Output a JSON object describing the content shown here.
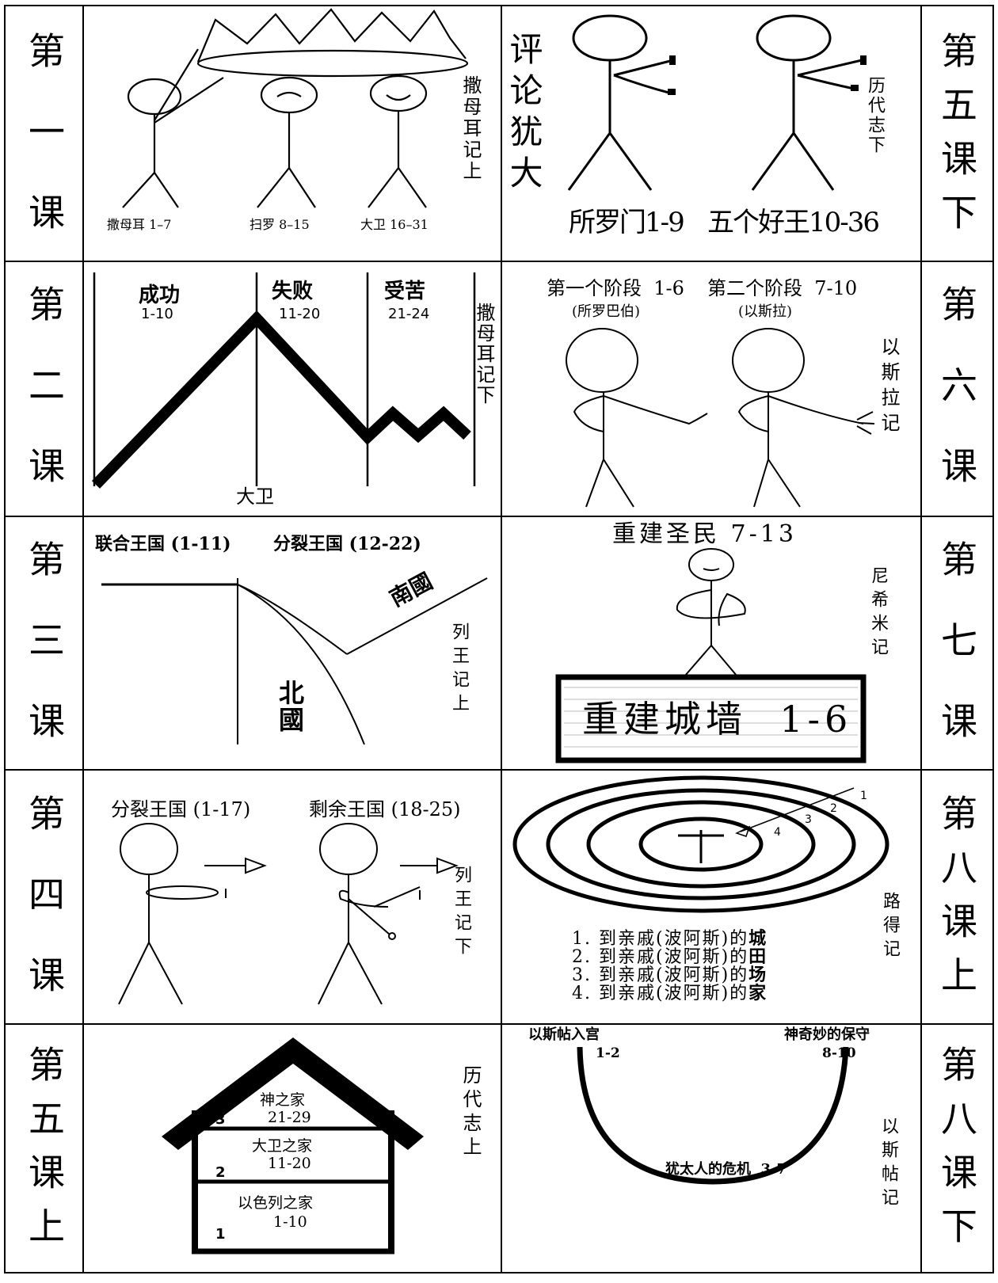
{
  "rows": [
    {
      "left_label": "第一课",
      "right_label": "第五课下"
    },
    {
      "left_label": "第二课",
      "right_label": "第六课"
    },
    {
      "left_label": "第三课",
      "right_label": "第七课"
    },
    {
      "left_label": "第四课",
      "right_label": "第八课上"
    },
    {
      "left_label": "第五课上",
      "right_label": "第八课下"
    }
  ],
  "panels": {
    "samuel1": {
      "book": "撒母耳记上",
      "figures": [
        "撒母耳 1–7",
        "扫罗 8–15",
        "大卫 16–31"
      ]
    },
    "chronicles2": {
      "side": "评论犹大",
      "book": "历代志下",
      "solomon": "所罗门1-9",
      "kings": "五个好王10-36"
    },
    "samuel2": {
      "book": "撒母耳记下",
      "phases": [
        {
          "title": "成功",
          "range": "1-10"
        },
        {
          "title": "失败",
          "range": "11-20"
        },
        {
          "title": "受苦",
          "range": "21-24"
        }
      ],
      "pivot": "大卫"
    },
    "ezra": {
      "book": "以斯拉记",
      "stage1": "第一个阶段  1-6",
      "stage1_leader": "(所罗巴伯)",
      "stage2": "第二个阶段  7-10",
      "stage2_leader": "(以斯拉)"
    },
    "kings1": {
      "book": "列王记上",
      "united": "联合王国 (1-11)",
      "divided": "分裂王国 (12-22)",
      "south": "南國",
      "north": "北國"
    },
    "nehemiah": {
      "book": "尼希米记",
      "top": "重建圣民 7-13",
      "wall": "重建城墙  1-6"
    },
    "kings2": {
      "book": "列王记下",
      "left": "分裂王国 (1-17)",
      "right": "剩余王国 (18-25)"
    },
    "ruth": {
      "book": "路得记",
      "ring_numbers": [
        "1",
        "2",
        "3",
        "4"
      ],
      "lines": [
        {
          "prefix": "1. 到亲戚(波阿斯)的",
          "bold": "城"
        },
        {
          "prefix": "2. 到亲戚(波阿斯)的",
          "bold": "田"
        },
        {
          "prefix": "3. 到亲戚(波阿斯)的",
          "bold": "场"
        },
        {
          "prefix": "4. 到亲戚(波阿斯)的",
          "bold": "家"
        }
      ]
    },
    "chronicles1": {
      "book": "历代志上",
      "floors": [
        {
          "num": "3",
          "name": "神之家",
          "range": "21-29"
        },
        {
          "num": "2",
          "name": "大卫之家",
          "range": "11-20"
        },
        {
          "num": "1",
          "name": "以色列之家",
          "range": "1-10"
        }
      ]
    },
    "esther": {
      "book": "以斯帖记",
      "left": "以斯帖入宫",
      "left_range": "1-2",
      "right": "神奇妙的保守",
      "right_range": "8-10",
      "bottom": "犹太人的危机  3-7"
    }
  }
}
